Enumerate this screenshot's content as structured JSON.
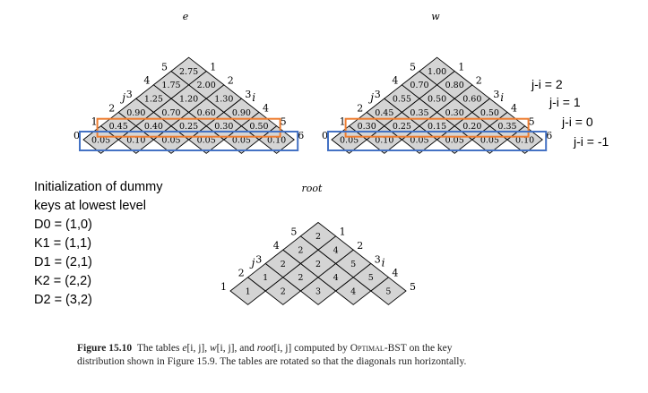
{
  "tables": [
    {
      "id": "e",
      "title": "e",
      "j_label": "j",
      "i_label": "i",
      "left_index_labels": [
        "0",
        "1",
        "2",
        "3",
        "4",
        "5"
      ],
      "right_index_labels": [
        "1",
        "2",
        "3",
        "4",
        "5",
        "6"
      ],
      "rows": [
        [
          "0.05",
          "0.10",
          "0.05",
          "0.05",
          "0.05",
          "0.10"
        ],
        [
          "0.45",
          "0.40",
          "0.25",
          "0.30",
          "0.50"
        ],
        [
          "0.90",
          "0.70",
          "0.60",
          "0.90"
        ],
        [
          "1.25",
          "1.20",
          "1.30"
        ],
        [
          "1.75",
          "2.00"
        ],
        [
          "2.75"
        ]
      ]
    },
    {
      "id": "w",
      "title": "w",
      "j_label": "j",
      "i_label": "i",
      "left_index_labels": [
        "0",
        "1",
        "2",
        "3",
        "4",
        "5"
      ],
      "right_index_labels": [
        "1",
        "2",
        "3",
        "4",
        "5",
        "6"
      ],
      "rows": [
        [
          "0.05",
          "0.10",
          "0.05",
          "0.05",
          "0.05",
          "0.10"
        ],
        [
          "0.30",
          "0.25",
          "0.15",
          "0.20",
          "0.35"
        ],
        [
          "0.45",
          "0.35",
          "0.30",
          "0.50"
        ],
        [
          "0.55",
          "0.50",
          "0.60"
        ],
        [
          "0.70",
          "0.80"
        ],
        [
          "1.00"
        ]
      ]
    },
    {
      "id": "root",
      "title": "root",
      "j_label": "j",
      "i_label": "i",
      "left_index_labels": [
        "1",
        "2",
        "3",
        "4",
        "5"
      ],
      "right_index_labels": [
        "1",
        "2",
        "3",
        "4",
        "5"
      ],
      "rows": [
        [
          "1",
          "2",
          "3",
          "4",
          "5"
        ],
        [
          "1",
          "2",
          "4",
          "5"
        ],
        [
          "2",
          "2",
          "5"
        ],
        [
          "2",
          "4"
        ],
        [
          "2"
        ]
      ]
    }
  ],
  "diagonal_labels": [
    "j-i = 2",
    "j-i = 1",
    "j-i = 0",
    "j-i = -1"
  ],
  "init_notes": {
    "heading_line1": "Initialization of dummy",
    "heading_line2": "keys at lowest level",
    "items": [
      "D0 = (1,0)",
      "K1 = (1,1)",
      "D1 = (2,1)",
      "K2 = (2,2)",
      "D2 = (3,2)"
    ]
  },
  "caption": {
    "figure": "Figure 15.10",
    "part1": "The tables ",
    "e": "e",
    "ij1": "[i, j], ",
    "w": "w",
    "ij2": "[i, j], and ",
    "root": "root",
    "ij3": "[i, j] computed by ",
    "algo": "Optimal-BST",
    "part2": " on the key",
    "line2": "distribution shown in Figure 15.9. The tables are rotated so that the diagonals run horizontally."
  },
  "colors": {
    "cell_fill": "#d4d4d4",
    "cell_stroke": "#000000",
    "orange_box": "#ed7d31",
    "blue_box": "#4472c4"
  }
}
